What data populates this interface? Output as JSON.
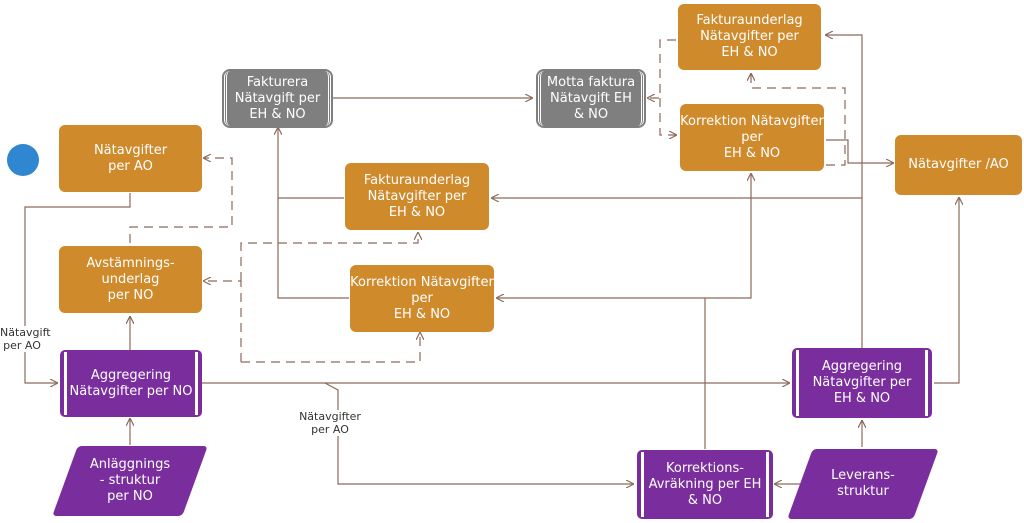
{
  "nodes": {
    "natavgifter_per_ao": "Nätavgifter\nper AO",
    "avstamningsunderlag": "Avstämnings-\nunderlag\nper NO",
    "aggregering_no": "Aggregering\nNätavgifter per NO",
    "anlaggningsstruktur": "Anläggnings\n- struktur\nper NO",
    "fakturera": "Fakturera\nNätavgift per\nEH & NO",
    "fakturaunderlag_mid": "Fakturaunderlag\nNätavgifter per\nEH & NO",
    "korrektion_mid": "Korrektion Nätavgifter\nper\nEH & NO",
    "motta_faktura": "Motta faktura\nNätavgift EH\n& NO",
    "fakturaunderlag_top": "Fakturaunderlag\nNätavgifter per\nEH & NO",
    "korrektion_right": "Korrektion Nätavgifter\nper\nEH & NO",
    "natavgifter_ao_right": "Nätavgifter /AO",
    "aggregering_eh": "Aggregering\nNätavgifter per\nEH & NO",
    "korrektionsavrakning": "Korrektions-\nAvräkning per EH\n& NO",
    "leveransstruktur": "Leverans-\nstruktur"
  },
  "edge_labels": {
    "left": "Nätavgift\nper AO",
    "middle": "Nätavgifter\nper AO"
  },
  "colors": {
    "orange": "#cf8a2c",
    "purple": "#7a2d9c",
    "gray": "#7f7f7f",
    "start": "#2f86d1",
    "edge": "#8b6a5a"
  }
}
